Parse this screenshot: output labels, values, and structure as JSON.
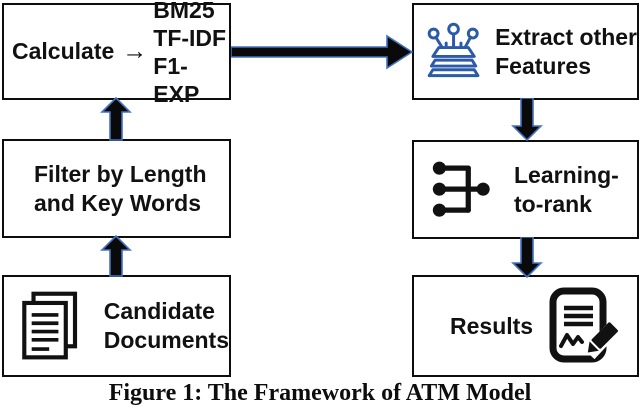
{
  "colors": {
    "background": "#ffffff",
    "box_border": "#0d0d0d",
    "text": "#111111",
    "arrow_fill": "#0a0a0a",
    "arrow_outline": "#4472c4",
    "icon_blue": "#2b5ba8",
    "icon_black": "#111111"
  },
  "diagram": {
    "calculate": {
      "label": "Calculate",
      "arrow_symbol": "→",
      "methods": [
        "BM25",
        "TF-IDF",
        "F1-EXP"
      ]
    },
    "extract": {
      "icon": "feature-extraction-icon",
      "line1": "Extract other",
      "line2": "Features"
    },
    "filter": {
      "line1": "Filter by Length",
      "line2": "and Key Words"
    },
    "learning": {
      "icon": "learning-to-rank-icon",
      "line1": "Learning-",
      "line2": "to-rank"
    },
    "candidate": {
      "icon": "candidate-documents-icon",
      "line1": "Candidate",
      "line2": "Documents"
    },
    "results": {
      "label": "Results",
      "icon": "results-signed-document-icon"
    }
  },
  "caption": "Figure 1: The Framework of ATM Model"
}
